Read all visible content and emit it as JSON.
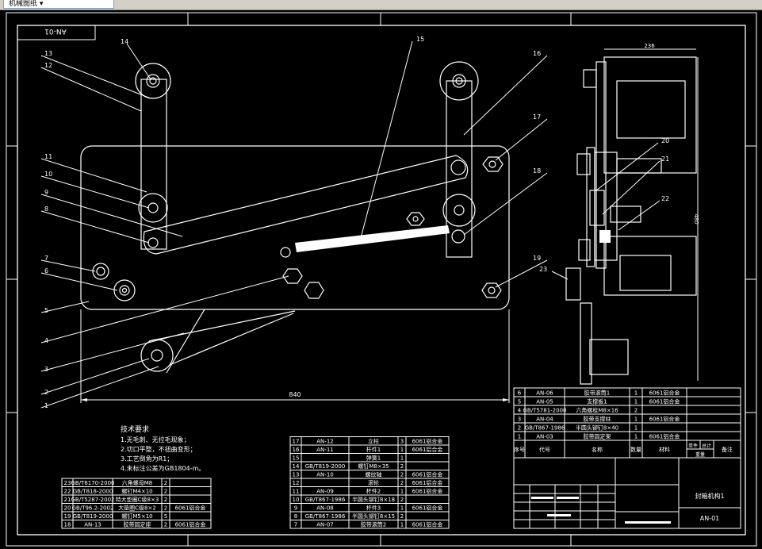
{
  "window": {
    "tab_title": "机械图纸 ▾"
  },
  "drawing": {
    "corner_code": "AN-01",
    "width_dimension": "840",
    "side_width_dimension": "236",
    "side_height_dimension": "480",
    "balloons": [
      "1",
      "2",
      "3",
      "4",
      "5",
      "6",
      "7",
      "8",
      "9",
      "10",
      "11",
      "12",
      "13",
      "14",
      "15",
      "16",
      "17",
      "18",
      "19",
      "20",
      "21",
      "22",
      "23"
    ],
    "tech_title": "技术要求",
    "tech_notes": [
      "1.无毛刺、无拉毛现象；",
      "2.切口平整，不扭曲变形；",
      "3.工艺倒角为R1；",
      "4.未标注公差为GB1804-m。"
    ]
  },
  "bom_left": [
    {
      "no": "23",
      "code": "GB/T6170-2000",
      "name": "六角螺母M8",
      "qty": "2",
      "material": ""
    },
    {
      "no": "22",
      "code": "GB/T818-2000",
      "name": "螺钉M4×10",
      "qty": "2",
      "material": ""
    },
    {
      "no": "21",
      "code": "GB/T5287-2002",
      "name": "特大垫圈C级8×3",
      "qty": "2",
      "material": ""
    },
    {
      "no": "20",
      "code": "GB/T96.2-2002",
      "name": "大垫圈C级8×2",
      "qty": "2",
      "material": "6061铝合金"
    },
    {
      "no": "19",
      "code": "GB/T819-2000",
      "name": "螺钉M5×10",
      "qty": "5",
      "material": ""
    },
    {
      "no": "18",
      "code": "AN-13",
      "name": "胶带固定座",
      "qty": "2",
      "material": "6061铝合金"
    }
  ],
  "bom_mid": [
    {
      "no": "17",
      "code": "AN-12",
      "name": "立柱",
      "qty": "3",
      "material": "6061铝合金"
    },
    {
      "no": "16",
      "code": "AN-11",
      "name": "杆件1",
      "qty": "1",
      "material": "6061铝合金"
    },
    {
      "no": "15",
      "code": "",
      "name": "弹簧1",
      "qty": "1",
      "material": ""
    },
    {
      "no": "14",
      "code": "GB/T819-2000",
      "name": "螺钉M8×35",
      "qty": "2",
      "material": ""
    },
    {
      "no": "13",
      "code": "AN-10",
      "name": "螺纹轴",
      "qty": "2",
      "material": "6061铝合金"
    },
    {
      "no": "12",
      "code": "",
      "name": "滚轮",
      "qty": "2",
      "material": "6061铝合金"
    },
    {
      "no": "11",
      "code": "AN-09",
      "name": "杆件2",
      "qty": "1",
      "material": "6061铝合金"
    },
    {
      "no": "10",
      "code": "GB/T867-1986",
      "name": "半圆头铆钉8×18",
      "qty": "2",
      "material": ""
    },
    {
      "no": "9",
      "code": "AN-08",
      "name": "杆件3",
      "qty": "1",
      "material": "6061铝合金"
    },
    {
      "no": "8",
      "code": "GB/T867-1986",
      "name": "半圆头铆钉8×15",
      "qty": "2",
      "material": ""
    },
    {
      "no": "7",
      "code": "AN-07",
      "name": "胶带滚筒2",
      "qty": "1",
      "material": "6061铝合金"
    }
  ],
  "bom_right": [
    {
      "no": "6",
      "code": "AN-06",
      "name": "胶带滚筒1",
      "qty": "1",
      "material": "6061铝合金"
    },
    {
      "no": "5",
      "code": "AN-05",
      "name": "支撑板1",
      "qty": "1",
      "material": "6061铝合金"
    },
    {
      "no": "4",
      "code": "GB/T5781-2000",
      "name": "六角螺栓M8×16",
      "qty": "2",
      "material": ""
    },
    {
      "no": "3",
      "code": "AN-04",
      "name": "胶带支撑柱",
      "qty": "1",
      "material": "6061铝合金"
    },
    {
      "no": "2",
      "code": "GB/T867-1986",
      "name": "半圆头铆钉8×40",
      "qty": "1",
      "material": ""
    },
    {
      "no": "1",
      "code": "AN-03",
      "name": "胶带固定架",
      "qty": "1",
      "material": "6061铝合金"
    }
  ],
  "bom_header": {
    "no": "序号",
    "code": "代号",
    "name": "名称",
    "qty": "数量",
    "material": "材料",
    "single": "单件",
    "total": "总计",
    "weight": "重量",
    "remark": "备注"
  },
  "title_block": {
    "name": "封箱机构1",
    "number": "AN-01"
  }
}
